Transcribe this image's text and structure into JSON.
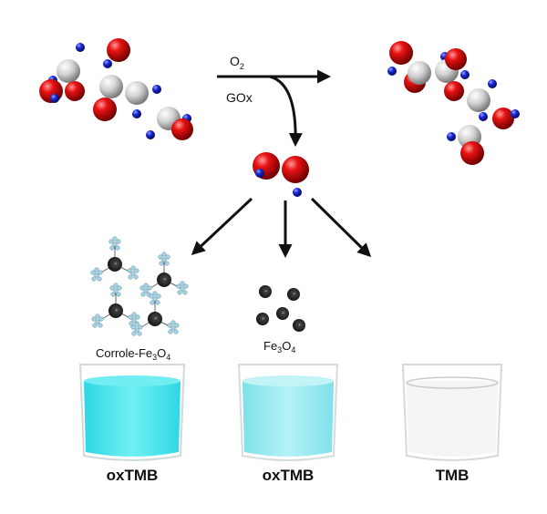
{
  "reaction": {
    "reactant_label": "O",
    "reactant_sub": "2",
    "enzyme_label": "GOx"
  },
  "catalysts": [
    {
      "name_parts": [
        "Corrole-Fe",
        "3",
        "O",
        "4"
      ]
    },
    {
      "name_parts": [
        "Fe",
        "3",
        "O",
        "4"
      ]
    }
  ],
  "beakers": [
    {
      "label": "oxTMB",
      "color": "#3fe3ec"
    },
    {
      "label": "oxTMB",
      "color": "#8ee9f0"
    },
    {
      "label": "TMB",
      "color": "#f2f4f6"
    }
  ],
  "colors": {
    "oxygen": "#e01010",
    "carbon": "#d8d8d8",
    "hydrogen": "#1a2bd8",
    "arrow": "#111111",
    "nanoparticle": "#222222"
  }
}
